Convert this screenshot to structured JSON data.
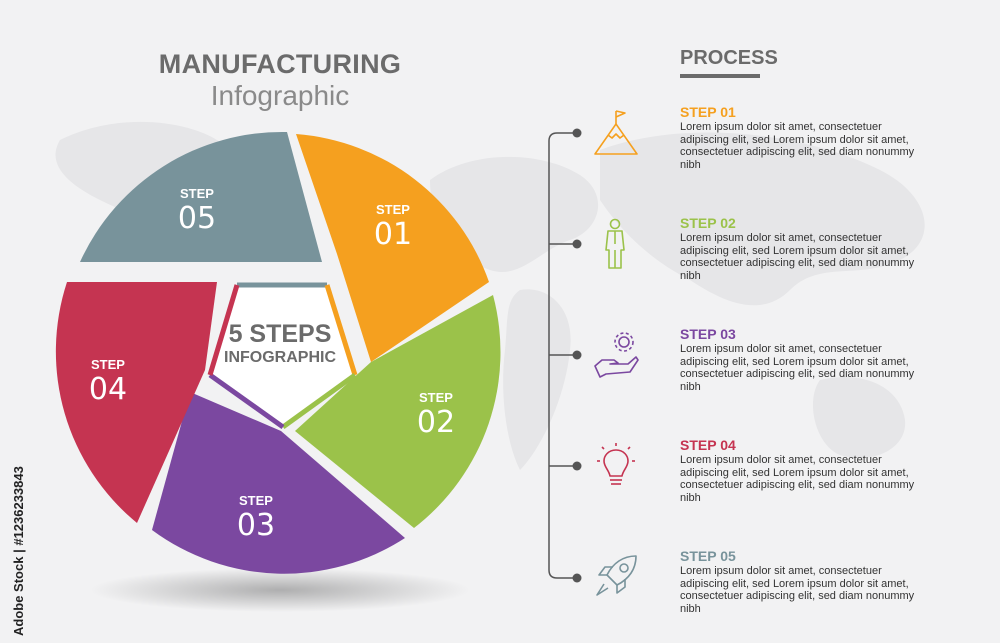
{
  "title": {
    "main": "MANUFACTURING",
    "sub": "Infographic"
  },
  "center": {
    "line1": "5 STEPS",
    "line2": "INFOGRAPHIC"
  },
  "segments": [
    {
      "step": "STEP",
      "num": "01",
      "color": "#f5a01f"
    },
    {
      "step": "STEP",
      "num": "02",
      "color": "#9bc24a"
    },
    {
      "step": "STEP",
      "num": "03",
      "color": "#7b48a0"
    },
    {
      "step": "STEP",
      "num": "04",
      "color": "#c53451"
    },
    {
      "step": "STEP",
      "num": "05",
      "color": "#78939b"
    }
  ],
  "process": {
    "title": "PROCESS",
    "steps": [
      {
        "title": "STEP 01",
        "icon": "mountain-flag-icon",
        "color": "#f5a01f",
        "desc": "Lorem ipsum dolor sit amet, consectetuer adipiscing elit, sed Lorem ipsum dolor sit amet, consectetuer adipiscing elit, sed diam nonummy nibh"
      },
      {
        "title": "STEP 02",
        "icon": "businessman-icon",
        "color": "#9bc24a",
        "desc": "Lorem ipsum dolor sit amet, consectetuer adipiscing elit, sed Lorem ipsum dolor sit amet, consectetuer adipiscing elit, sed diam nonummy nibh"
      },
      {
        "title": "STEP 03",
        "icon": "hand-gear-icon",
        "color": "#7b48a0",
        "desc": "Lorem ipsum dolor sit amet, consectetuer adipiscing elit, sed Lorem ipsum dolor sit amet, consectetuer adipiscing elit, sed diam nonummy nibh"
      },
      {
        "title": "STEP 04",
        "icon": "lightbulb-icon",
        "color": "#c53451",
        "desc": "Lorem ipsum dolor sit amet, consectetuer adipiscing elit, sed Lorem ipsum dolor sit amet, consectetuer adipiscing elit, sed diam nonummy nibh"
      },
      {
        "title": "STEP 05",
        "icon": "rocket-icon",
        "color": "#78939b",
        "desc": "Lorem ipsum dolor sit amet, consectetuer adipiscing elit, sed Lorem ipsum dolor sit amet, consectetuer adipiscing elit, sed diam nonummy nibh"
      }
    ]
  },
  "watermark": "Adobe Stock | #1236233843"
}
